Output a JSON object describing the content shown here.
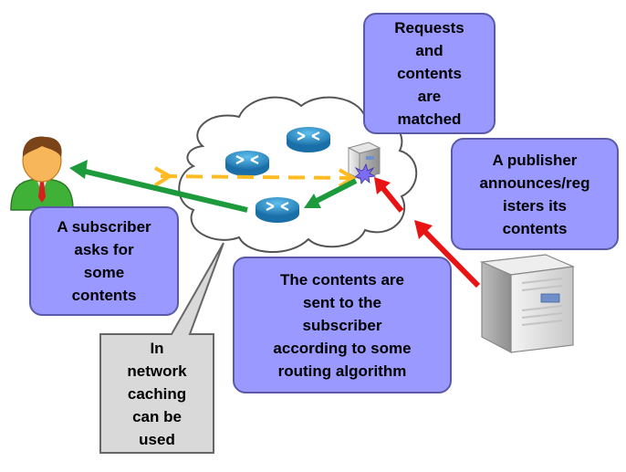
{
  "callouts": {
    "requests_matched": [
      "Requests",
      "and",
      "contents",
      "are",
      "matched"
    ],
    "publisher": [
      "A publisher",
      "announces/reg",
      "isters its",
      "contents"
    ],
    "subscriber": [
      "A subscriber",
      "asks for",
      "some",
      "contents"
    ],
    "contents_sent": [
      "The contents are",
      "sent to the",
      "subscriber",
      "according to some",
      "routing algorithm"
    ],
    "caching": [
      "In",
      "network",
      "caching",
      "can be",
      "used"
    ]
  },
  "colors": {
    "callout_fill": "#9999ff",
    "caching_fill": "#d9d9d9",
    "request_arrow": "#ffbb22",
    "content_arrow": "#1c9a3c",
    "publisher_arrow": "#e81414",
    "router": "#2a8fc4",
    "cloud_stroke": "#555555"
  },
  "icons": {
    "subscriber": "user-avatar-icon",
    "publisher": "server-tower-icon",
    "broker": "broker-server-icon",
    "routers": [
      "router-icon",
      "router-icon",
      "router-icon"
    ]
  }
}
